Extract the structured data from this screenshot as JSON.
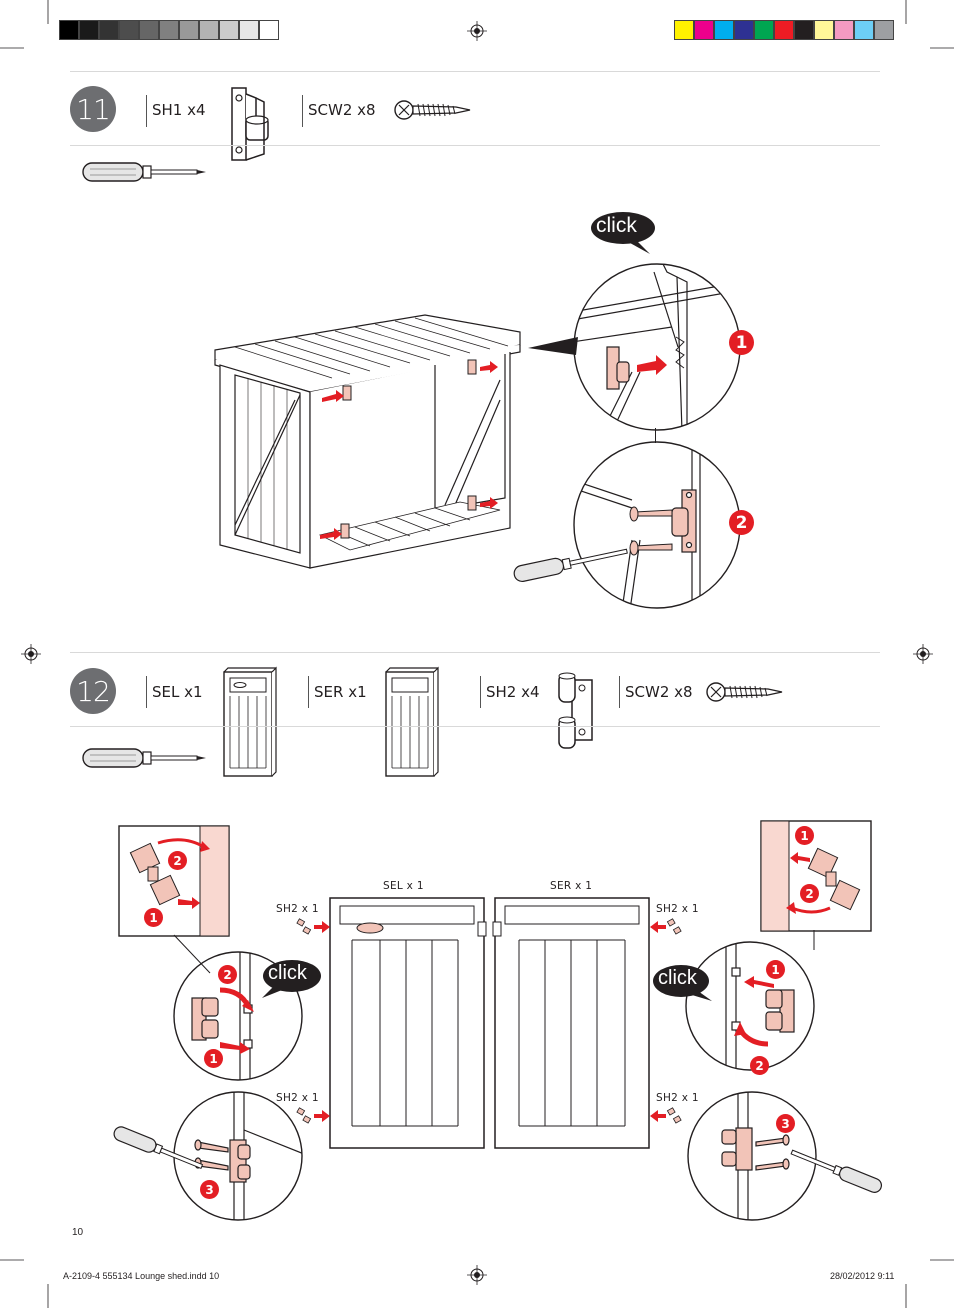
{
  "colors": {
    "grayscale": [
      "#000000",
      "#1a1a1a",
      "#333333",
      "#4d4d4d",
      "#666666",
      "#808080",
      "#999999",
      "#b3b3b3",
      "#cccccc",
      "#e6e6e6",
      "#ffffff"
    ],
    "process": [
      "#fff200",
      "#ec008c",
      "#00aeef",
      "#2e3192",
      "#00a651",
      "#ed1c24",
      "#231f20",
      "#fff799",
      "#f49ac1",
      "#6dcff6",
      "#9d9fa2"
    ],
    "accent_red": "#e31e24",
    "part_fill": "#f2c4b8"
  },
  "step11": {
    "number": "11",
    "parts": [
      {
        "label": "SH1 x4"
      },
      {
        "label": "SCW2 x8"
      }
    ],
    "click_label": "click",
    "callout_1": "1",
    "callout_2": "2"
  },
  "step12": {
    "number": "12",
    "parts": [
      {
        "label": "SEL x1"
      },
      {
        "label": "SER x1"
      },
      {
        "label": "SH2 x4"
      },
      {
        "label": "SCW2 x8"
      }
    ],
    "door_left_label": "SEL x 1",
    "door_right_label": "SER x 1",
    "hinge_labels": [
      "SH2 x 1",
      "SH2 x 1",
      "SH2 x 1",
      "SH2 x 1"
    ],
    "click_label": "click",
    "callouts": [
      "1",
      "2",
      "1",
      "2",
      "1",
      "2",
      "3",
      "3"
    ]
  },
  "page_number": "10",
  "footer_left": "A-2109-4 555134 Lounge shed.indd   10",
  "footer_right": "28/02/2012   9:11"
}
